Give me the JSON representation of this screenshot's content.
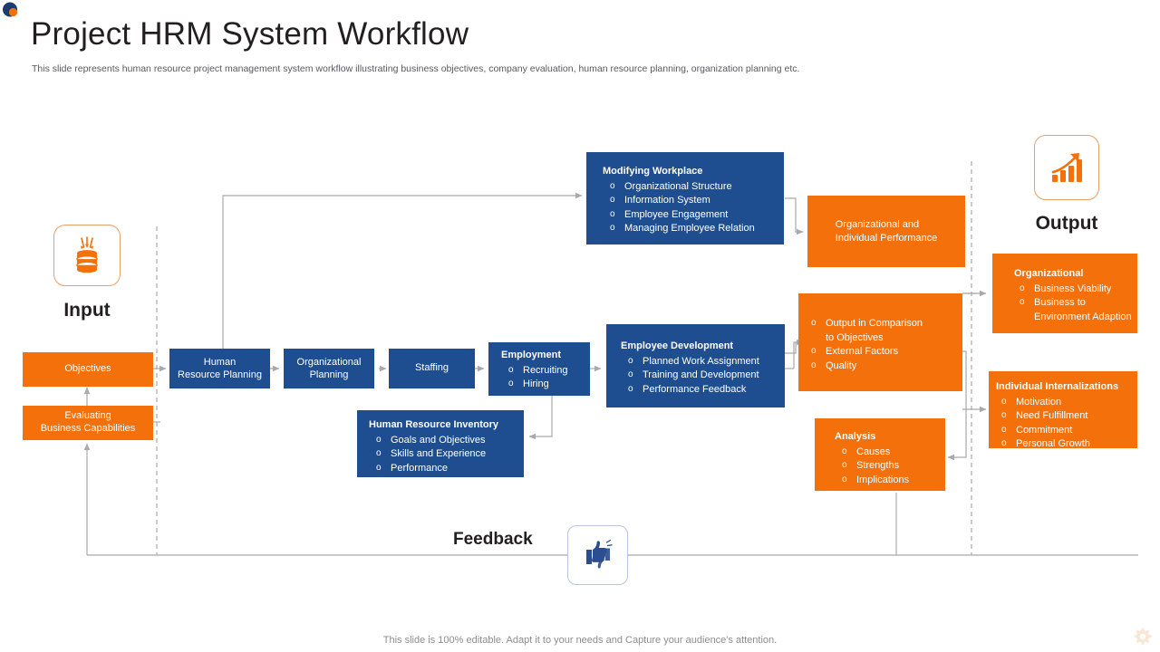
{
  "header": {
    "logo_icon": "brand-circles-logo",
    "title": "Project HRM System Workflow",
    "subtitle": "This slide represents human resource project management system workflow illustrating business objectives, company evaluation, human resource planning, organization planning etc."
  },
  "footer": {
    "note": "This slide is 100% editable. Adapt it to your needs and Capture your audience's attention.",
    "gear_icon": "gear-icon"
  },
  "colors": {
    "blue": "#1f4e90",
    "orange": "#f3700a",
    "connector": "#a7a9ac",
    "tile_border": "#e3a169",
    "text_dark": "#231f20",
    "subtitle_gray": "#58595b"
  },
  "stages": {
    "input": {
      "label": "Input",
      "icon": "input-database-icon"
    },
    "output": {
      "label": "Output",
      "icon": "output-growth-chart-icon"
    },
    "feedback": {
      "label": "Feedback",
      "icon": "thumbs-up-down-icon"
    }
  },
  "boxes": {
    "objectives": {
      "title": "Objectives",
      "items": [],
      "color": "orange"
    },
    "evaluating": {
      "title": "Evaluating\nBusiness Capabilities",
      "items": [],
      "color": "orange"
    },
    "hr_planning": {
      "title": "Human\nResource Planning",
      "items": [],
      "color": "blue"
    },
    "org_planning": {
      "title": "Organizational\nPlanning",
      "items": [],
      "color": "blue"
    },
    "staffing": {
      "title": "Staffing",
      "items": [],
      "color": "blue"
    },
    "employment": {
      "title": "Employment",
      "items": [
        "Recruiting",
        "Hiring"
      ],
      "color": "blue"
    },
    "modifying_workplace": {
      "title": "Modifying  Workplace",
      "items": [
        "Organizational Structure",
        "Information System",
        "Employee Engagement",
        "Managing Employee Relation"
      ],
      "color": "blue"
    },
    "employee_development": {
      "title": "Employee  Development",
      "items": [
        "Planned Work Assignment",
        "Training and Development",
        "Performance Feedback"
      ],
      "color": "blue"
    },
    "hr_inventory": {
      "title": "Human Resource Inventory",
      "items": [
        "Goals and Objectives",
        "Skills and Experience",
        "Performance"
      ],
      "color": "blue"
    },
    "org_individual_performance": {
      "title": "Organizational and\nIndividual Performance",
      "items": [],
      "color": "orange"
    },
    "output_comparison": {
      "title": "",
      "items": [
        "Output in Comparison\nto Objectives",
        "External Factors",
        "Quality"
      ],
      "color": "orange"
    },
    "analysis": {
      "title": "Analysis",
      "items": [
        "Causes",
        "Strengths",
        "Implications"
      ],
      "color": "orange"
    },
    "organizational": {
      "title": "Organizational",
      "items": [
        "Business Viability",
        "Business to\nEnvironment Adaption"
      ],
      "color": "orange"
    },
    "individual_internalizations": {
      "title": "Individual  Internalizations",
      "items": [
        "Motivation",
        "Need Fulfillment",
        "Commitment",
        "Personal Growth"
      ],
      "color": "orange"
    }
  }
}
